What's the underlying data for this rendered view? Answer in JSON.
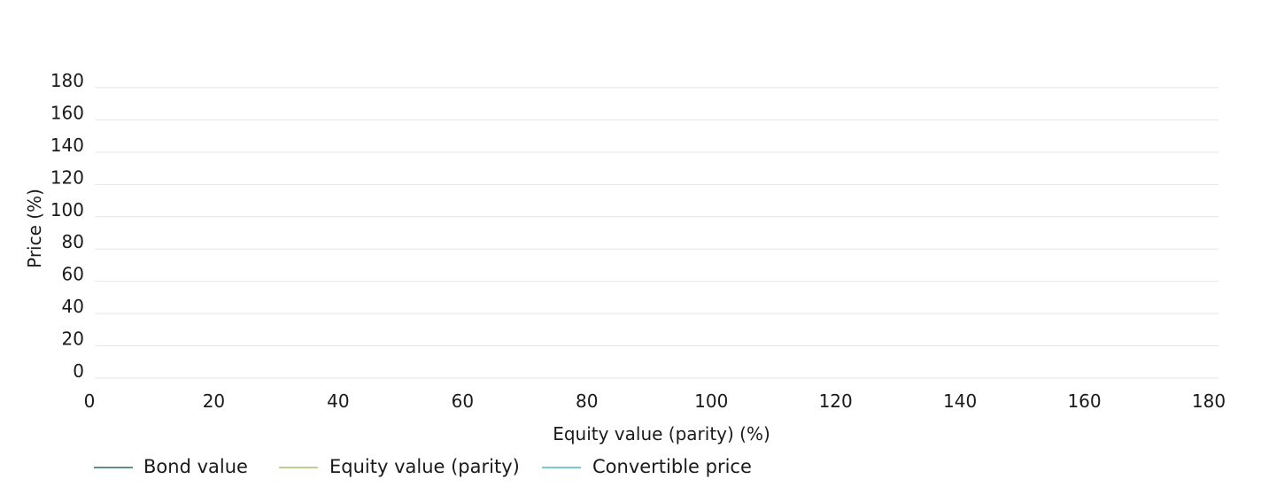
{
  "chart_data": {
    "type": "line",
    "title": "",
    "xlabel": "Equity value (parity) (%)",
    "ylabel": "Price (%)",
    "xlim": [
      0,
      180
    ],
    "ylim": [
      0,
      180
    ],
    "x_ticks": [
      0,
      20,
      40,
      60,
      80,
      100,
      120,
      140,
      160,
      180
    ],
    "y_ticks": [
      0,
      20,
      40,
      60,
      80,
      100,
      120,
      140,
      160,
      180
    ],
    "grid": true,
    "legend_position": "bottom-left",
    "series": [
      {
        "name": "Bond value",
        "color": "#2e6b5e",
        "values": []
      },
      {
        "name": "Equity value (parity)",
        "color": "#a3c26b",
        "values": []
      },
      {
        "name": "Convertible price",
        "color": "#4cb8c4",
        "values": []
      }
    ]
  }
}
